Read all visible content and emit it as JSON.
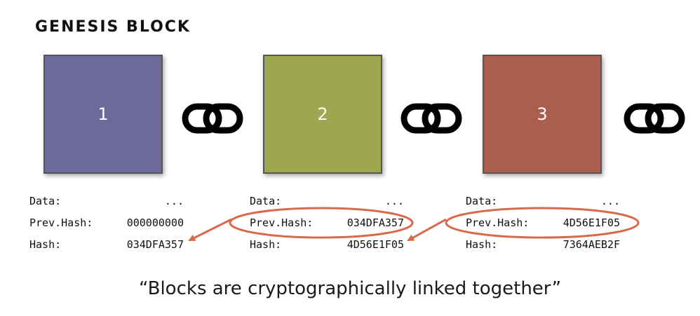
{
  "title": "GENESIS BLOCK",
  "colors": {
    "block1": "#6b6a9a",
    "block2": "#9ea64f",
    "block3": "#ab5e4c",
    "highlight": "#d9694a"
  },
  "blocks": [
    {
      "number": "1",
      "data_label": "Data:",
      "data_value": "...",
      "prev_label": "Prev.Hash:",
      "prev_value": "000000000",
      "hash_label": "Hash:",
      "hash_value": "034DFA357"
    },
    {
      "number": "2",
      "data_label": "Data:",
      "data_value": "...",
      "prev_label": "Prev.Hash:",
      "prev_value": "034DFA357",
      "hash_label": "Hash:",
      "hash_value": "4D56E1F05"
    },
    {
      "number": "3",
      "data_label": "Data:",
      "data_value": "...",
      "prev_label": "Prev.Hash:",
      "prev_value": "4D56E1F05",
      "hash_label": "Hash:",
      "hash_value": "7364AEB2F"
    }
  ],
  "link_icon": "chain-link-icon",
  "caption": "“Blocks are cryptographically linked together”"
}
